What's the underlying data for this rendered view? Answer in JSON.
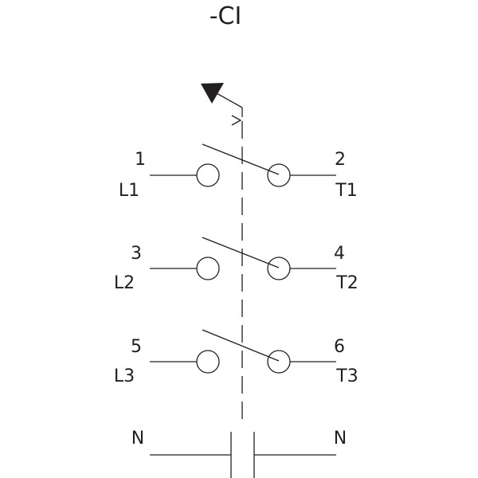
{
  "diagram": {
    "title": "-CI",
    "colors": {
      "line": "#231f20",
      "background": "#ffffff"
    },
    "poles": [
      {
        "left_number": "1",
        "left_label": "L1",
        "right_number": "2",
        "right_label": "T1"
      },
      {
        "left_number": "3",
        "left_label": "L2",
        "right_number": "4",
        "right_label": "T2"
      },
      {
        "left_number": "5",
        "left_label": "L3",
        "right_number": "6",
        "right_label": "T3"
      }
    ],
    "neutral": {
      "left_label": "N",
      "right_label": "N"
    },
    "symbols": {
      "actuator": "triangle-arrow-icon",
      "contact": "normally-open-contact",
      "neutral": "neutral-link"
    }
  }
}
